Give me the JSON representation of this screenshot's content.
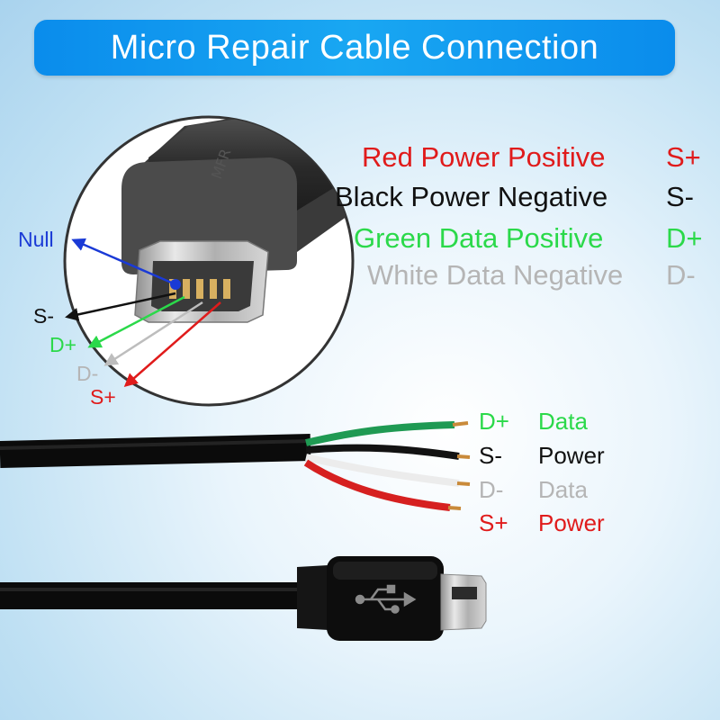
{
  "title": "Micro Repair Cable Connection",
  "colors": {
    "red": "#e01b1b",
    "black": "#111111",
    "green": "#2bd94a",
    "white_label": "#b5b5b5",
    "blue": "#1a3ad6",
    "banner": "#0a8cec"
  },
  "legend": [
    {
      "text": "Red Power Positive",
      "code": "S+"
    },
    {
      "text": "Black Power Negative",
      "code": "S-"
    },
    {
      "text": "Green Data Positive",
      "code": "D+"
    },
    {
      "text": "White Data Negative",
      "code": "D-"
    }
  ],
  "pins": {
    "null": "Null",
    "s_minus": "S-",
    "d_plus": "D+",
    "d_minus": "D-",
    "s_plus": "S+"
  },
  "wires": [
    {
      "code": "D+",
      "role": "Data"
    },
    {
      "code": "S-",
      "role": "Power"
    },
    {
      "code": "D-",
      "role": "Data"
    },
    {
      "code": "S+",
      "role": "Power"
    }
  ],
  "icons": {
    "usb": "usb-icon"
  }
}
